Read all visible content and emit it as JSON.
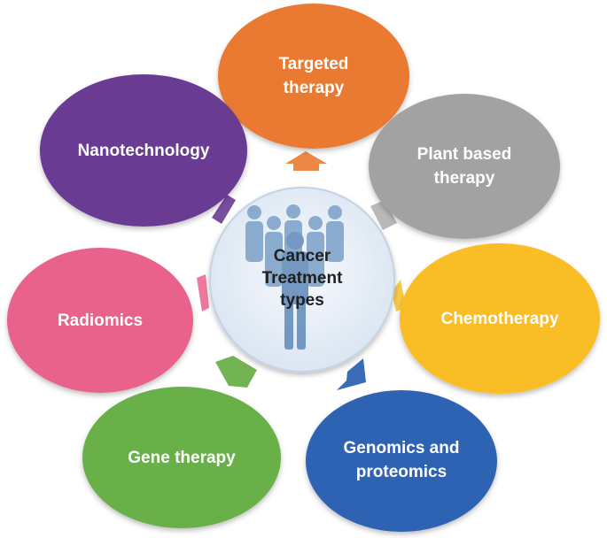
{
  "center": {
    "label": "Cancer\nTreatment\ntypes",
    "icon": "people-group-icon"
  },
  "nodes": [
    {
      "id": "targeted",
      "label": "Targeted\ntherapy",
      "color": "#ea7a30"
    },
    {
      "id": "plant",
      "label": "Plant based\ntherapy",
      "color": "#a2a2a2"
    },
    {
      "id": "chemo",
      "label": "Chemotherapy",
      "color": "#f9be28"
    },
    {
      "id": "genomics",
      "label": "Genomics and\nproteomics",
      "color": "#2f64b3"
    },
    {
      "id": "gene",
      "label": "Gene therapy",
      "color": "#6ab04a"
    },
    {
      "id": "radiomics",
      "label": "Radiomics",
      "color": "#e9628b"
    },
    {
      "id": "nano",
      "label": "Nanotechnology",
      "color": "#6a3a93"
    }
  ]
}
